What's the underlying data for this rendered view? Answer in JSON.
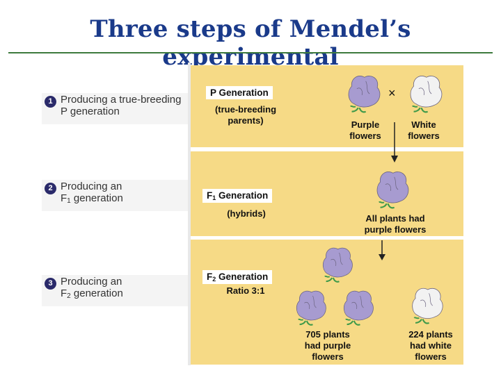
{
  "title": "Three steps of Mendel’s experimental",
  "steps": [
    {
      "number": "1",
      "line1": "Producing a true-breeding",
      "line2": "P generation"
    },
    {
      "number": "2",
      "line1": "Producing an",
      "line2_prefix": "F",
      "line2_sub": "1",
      "line2_rest": " generation"
    },
    {
      "number": "3",
      "line1": "Producing an",
      "line2_prefix": "F",
      "line2_sub": "2",
      "line2_rest": " generation"
    }
  ],
  "p_generation": {
    "label": "P Generation",
    "description_line1": "(true-breeding",
    "description_line2": "parents)",
    "cross_symbol": "×",
    "purple_label_1": "Purple",
    "purple_label_2": "flowers",
    "white_label_1": "White",
    "white_label_2": "flowers"
  },
  "f1_generation": {
    "label_prefix": "F",
    "label_sub": "1",
    "label_rest": " Generation",
    "description": "(hybrids)",
    "result_line1": "All plants had",
    "result_line2": "purple flowers"
  },
  "f2_generation": {
    "label_prefix": "F",
    "label_sub": "2",
    "label_rest": " Generation",
    "ratio": "Ratio 3:1",
    "purple_count_line1": "705 plants",
    "purple_count_line2": "had purple",
    "purple_count_line3": "flowers",
    "white_count_line1": "224 plants",
    "white_count_line2": "had white",
    "white_count_line3": "flowers"
  },
  "colors": {
    "title": "#1a3a8a",
    "panel": "#f6da86",
    "purple_flower": "#a79bd0",
    "white_flower": "#f2f2f2",
    "leaf": "#3f9a4a"
  },
  "icons": [
    "purple-flower-icon",
    "white-flower-icon",
    "down-arrow-icon",
    "step-number-badge"
  ]
}
